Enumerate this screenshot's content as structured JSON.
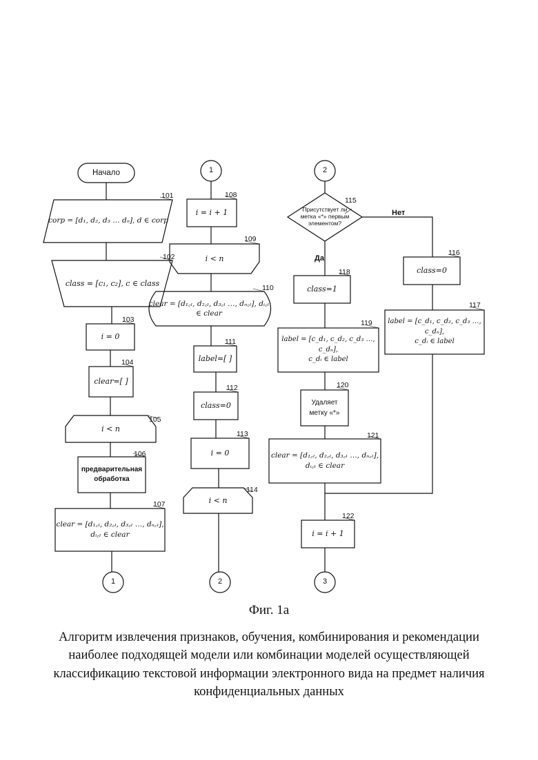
{
  "nodes": {
    "n_start": {
      "text": "Начало"
    },
    "n101": {
      "num": "101",
      "text": "corp = [d₁, d₂, d₃ … dₙ], d ∈ corp"
    },
    "n102": {
      "num": "102",
      "text": "class = [c₁, c₂], c ∈ class"
    },
    "n103": {
      "num": "103",
      "text": "i = 0"
    },
    "n104": {
      "num": "104",
      "text": "clear=[ ]"
    },
    "n105": {
      "num": "105",
      "text": "i < n"
    },
    "n106": {
      "num": "106",
      "text": "предварительная\nобработка"
    },
    "n107": {
      "num": "107",
      "text": "clear = [d₁꜀ₗ, d₂꜀ₗ, d₃꜀ₗ …, dₙ꜀ₗ],\ndᵢ꜀ₗ ∈ clear"
    },
    "c_out1": {
      "text": "1"
    },
    "c_in1": {
      "text": "1"
    },
    "n108": {
      "num": "108",
      "text": "i = i + 1"
    },
    "n109": {
      "num": "109",
      "text": "i < n"
    },
    "n110": {
      "num": "110",
      "text": "clear = [d₁꜀ₗ, d₂꜀ₗ, d₃꜀ₗ …, dₙ꜀ₗ], dᵢ꜀ₗ\n∈ clear"
    },
    "n111": {
      "num": "111",
      "text": "label=[ ]"
    },
    "n112": {
      "num": "112",
      "text": "class=0"
    },
    "n113": {
      "num": "113",
      "text": "i = 0"
    },
    "n114": {
      "num": "114",
      "text": "i < n"
    },
    "c_out2": {
      "text": "2"
    },
    "c_in2": {
      "text": "2"
    },
    "n115": {
      "num": "115",
      "text": "Присутствует ли\nметка «*» первым\nэлементом?"
    },
    "n116": {
      "num": "116",
      "text": "class=0"
    },
    "n117": {
      "num": "117",
      "text": "label = [c_d₁, c_d₂, c_d₃ …, c_dₙ],\nc_dᵢ ∈ label"
    },
    "n118": {
      "num": "118",
      "text": "class=1"
    },
    "n119": {
      "num": "119",
      "text": "label = [c_d₁, c_d₂, c_d₃ …, c_dₙ],\nc_dᵢ ∈ label"
    },
    "n120": {
      "num": "120",
      "text": "Удаляет\nметку «*»"
    },
    "n121": {
      "num": "121",
      "text": "clear = [d₁꜀ₗ, d₂꜀ₗ, d₃꜀ₗ …, dₙ꜀ₗ],\ndᵢ꜀ₗ ∈ clear"
    },
    "n122": {
      "num": "122",
      "text": "i = i + 1"
    },
    "c_out3": {
      "text": "3"
    }
  },
  "branch": {
    "yes": "Да",
    "no": "Нет"
  },
  "figure": {
    "title": "Фиг. 1а",
    "caption": "Алгоритм извлечения признаков, обучения, комбинирования и рекомендации наиболее подходящей модели или комбинации моделей осуществляющей классификацию текстовой информации электронного вида на предмет наличия конфиденциальных данных"
  }
}
